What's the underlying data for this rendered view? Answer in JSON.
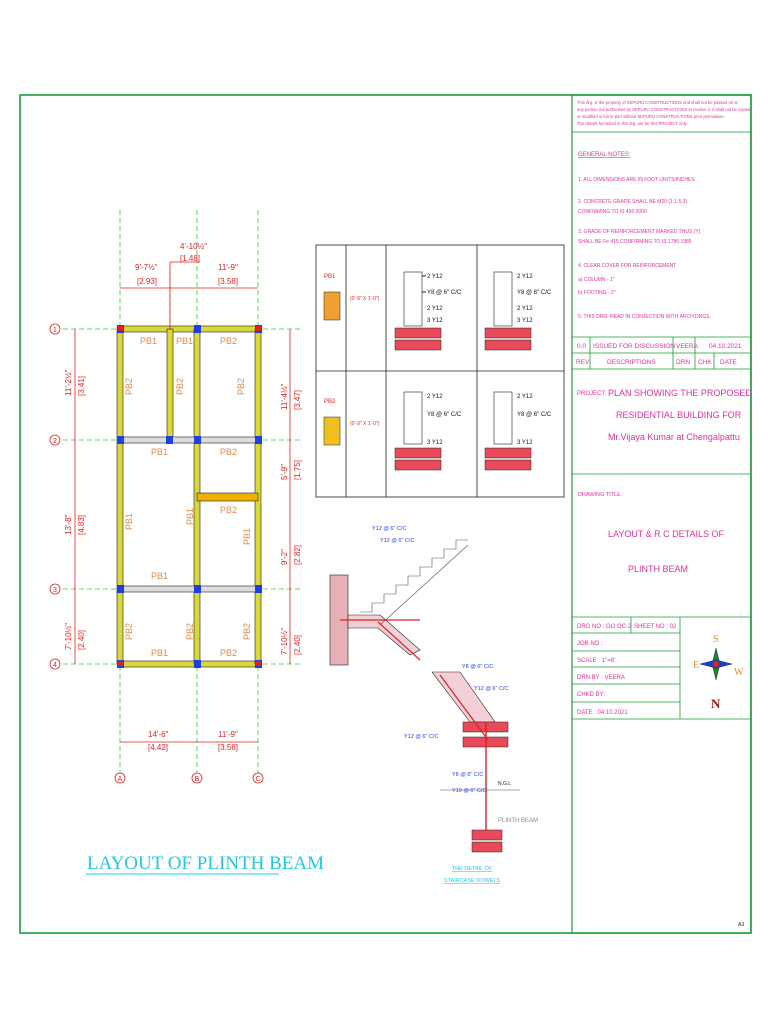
{
  "layout_title": "LAYOUT OF PLINTH BEAM",
  "dims": {
    "top_left": [
      "9'-7½\"",
      "[2.93]"
    ],
    "top_mid": [
      "4'-10½\"",
      "[1.48]"
    ],
    "top_right": [
      "11'-9\"",
      "[3.58]"
    ],
    "bot_left": [
      "14'-6\"",
      "[4.42]"
    ],
    "bot_right": [
      "11'-9\"",
      "[3.58]"
    ],
    "left_1": [
      "11'-2½\"",
      "[3.41]"
    ],
    "left_2": [
      "13'-8\"",
      "[4.83]"
    ],
    "left_3": [
      "7'-10½\"",
      "[2.40]"
    ],
    "right_1": [
      "11'-4½\"",
      "[3.47]"
    ],
    "right_2": [
      "5'-9\"",
      "[1.75]"
    ],
    "right_3": [
      "9'-2\"",
      "[2.82]"
    ],
    "right_4": [
      "7'-10½\"",
      "[2.40]"
    ]
  },
  "grid": {
    "rows": [
      "1",
      "2",
      "3",
      "4"
    ],
    "cols": [
      "A",
      "B",
      "C"
    ]
  },
  "beams": {
    "pb1": "PB1",
    "pb2": "PB2"
  },
  "schedule": {
    "rows": [
      {
        "name": "PB1",
        "size": "(0'-9\" X 1'-0\")",
        "a": "2 Y12",
        "b": "Y8 @ 6\" C/C",
        "c": "2 Y12",
        "d": "3 Y12"
      },
      {
        "name": "PB2",
        "size": "(0'-9\" X 1'-0\")",
        "a": "2 Y12",
        "b": "Y8 @ 6\" C/C",
        "c": "3 Y12",
        "d": "3 Y12"
      }
    ]
  },
  "stair": {
    "l1": "Y12 @ 6\" C/C",
    "l2": "Y12 @ 6\" C/C",
    "l3": "Y8 @ 6\" C/C",
    "l4": "Y12 @ 6\" C/C",
    "l5": "Y12 @ 6\" C/C",
    "l6": "Y8 @ 6\" C/C",
    "l7": "Y10 @ 6\" C/C",
    "ngl": "N.G.L",
    "plinth": "PLINTH BEAM",
    "cap1": "THE DETAIL OF",
    "cap2": "STAIRCASE DOWELS"
  },
  "titleblock": {
    "disclaimer": [
      "This drg. is the property of SEPURU CONSTRUCTIONS and shall not be passed on to",
      "any person not authorised  by SEPURU CONSTRUCTIONS to receive it. it shall not be copied",
      "or modified in full or part without SEPURU CONSTRUCTIONS prior permission.",
      "The details furnished in this drg. are for this PROJECT only."
    ],
    "notes_title": "GENERAL NOTES:",
    "notes": [
      "1. ALL DIMENSIONS ARE IN FOOT UNITS/INCHES",
      "2. CONCRETE GRADE SHALL BE  M20 (1:1.5:3)",
      "    CONFIRMING TO IS 456:2000",
      "3. GRADE OF REINFORCEMENT MARKED THUS (Y)",
      "    SHALL BE Fe 415 CONFIRMING TO IS 1786:1985",
      "4. CLEAR COVER FOR REINFORCEMENT",
      "    a) COLUMN - 1\"",
      "    b) FOOTING - 2\"",
      "5. THIS DRG. READ IN CONJECTION WITH ARCH.DRGS."
    ],
    "rev_row": {
      "rev": "0.0",
      "desc": "ISSUED FOR DISCUSSION",
      "drn": "VEERA",
      "date": "04.10.2021"
    },
    "hdr_row": {
      "rev": "REV",
      "desc": "DESCRIPTIONS",
      "drn": "DRN",
      "chk": "CHK",
      "date": "DATE"
    },
    "project_label": "PROJECT:",
    "project": [
      "PLAN SHOWING THE PROPOSED",
      "RESIDENTIAL BUILDING FOR",
      "Mr.Vijaya Kumar at Chengalpattu"
    ],
    "drawing_title_label": "DRAWING TITLE :",
    "drawing_title": [
      "LAYOUT & R C DETAILS OF",
      "PLINTH BEAM"
    ],
    "drg_no": "DRG NO : GO OC-2",
    "sheet_no": "SHEET NO : 02",
    "job_no": "JOB NO :",
    "scale": "SCALE  : 1\"=8'",
    "drn_by": "DRN BY : VEERA",
    "chkd_by": "CHKD BY:",
    "date": "DATE   : 04.10.2021",
    "compass": {
      "s": "S",
      "e": "E",
      "w": "W",
      "n": "N"
    },
    "size": "A3"
  }
}
